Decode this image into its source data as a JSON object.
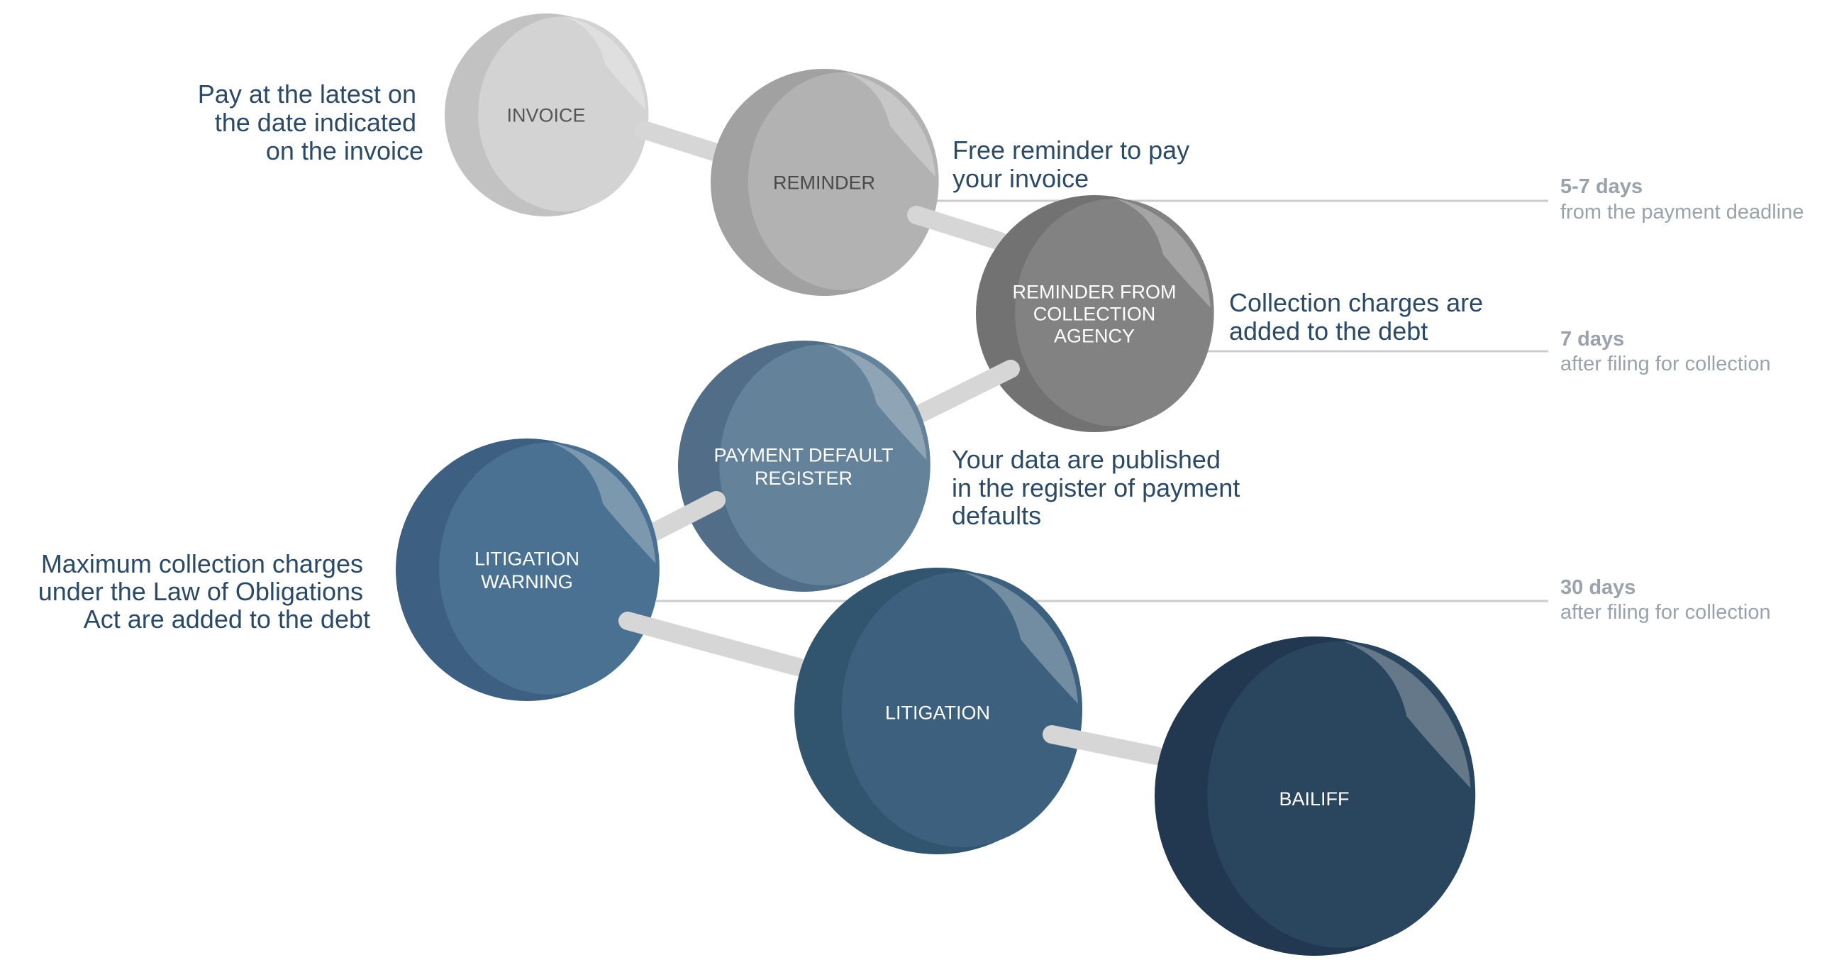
{
  "steps": [
    {
      "label": [
        "INVOICE"
      ],
      "description": [
        "Pay at the latest on",
        "the date indicated",
        "on the invoice"
      ],
      "base": "#c2c2c2",
      "face": "#d3d3d3",
      "text_color": "#555555"
    },
    {
      "label": [
        "REMINDER"
      ],
      "description": [
        "Free reminder to pay",
        "your invoice"
      ],
      "base": "#a1a1a1",
      "face": "#b2b2b2",
      "text_color": "#4a4a4a"
    },
    {
      "label": [
        "REMINDER FROM",
        "COLLECTION",
        "AGENCY"
      ],
      "description": [
        "Collection charges are",
        "added to the debt"
      ],
      "base": "#727272",
      "face": "#828282",
      "text_color": "#ffffff"
    },
    {
      "label": [
        "PAYMENT DEFAULT",
        "REGISTER"
      ],
      "description": [
        "Your data are published",
        "in the register of payment",
        "defaults"
      ],
      "base": "#526d88",
      "face": "#648299",
      "text_color": "#ffffff"
    },
    {
      "label": [
        "LITIGATION",
        "WARNING"
      ],
      "description": [
        "Maximum collection charges",
        "under the Law of Obligations",
        "Act are added to the debt"
      ],
      "base": "#3d6082",
      "face": "#4a7191",
      "text_color": "#ffffff"
    },
    {
      "label": [
        "LITIGATION"
      ],
      "description": [],
      "base": "#31546f",
      "face": "#3c607d",
      "text_color": "#ffffff"
    },
    {
      "label": [
        "BAILIFF"
      ],
      "description": [],
      "base": "#213850",
      "face": "#2a455e",
      "text_color": "#ffffff"
    }
  ],
  "timings": [
    {
      "days": "5-7 days",
      "note": "from the payment deadline"
    },
    {
      "days": "7 days",
      "note": "after filing for collection"
    },
    {
      "days": "30 days",
      "note": "after filing for collection"
    }
  ],
  "colors": {
    "connector": "#d6d6d6",
    "guide": "#cccccc",
    "description": "#2c4a66",
    "timing": "#9aa3ab"
  }
}
